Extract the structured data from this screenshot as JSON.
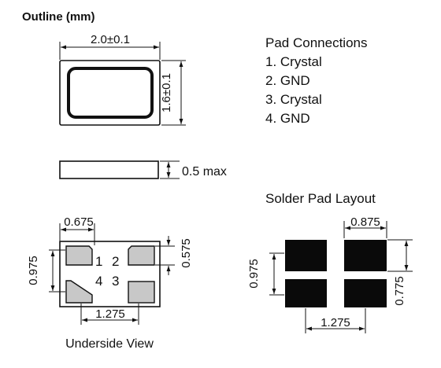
{
  "title": "Outline (mm)",
  "outline": {
    "width_label": "2.0±0.1",
    "height_label": "1.6±0.1",
    "thickness_label": "0.5 max"
  },
  "pad_connections": {
    "heading": "Pad Connections",
    "items": [
      "1. Crystal",
      "2. GND",
      "3. Crystal",
      "4. GND"
    ]
  },
  "underside_view": {
    "caption": "Underside View",
    "pad_width_label": "0.675",
    "pad_pitch_v_label": "0.975",
    "pad_height_label": "0.575",
    "pad_pitch_h_label": "1.275",
    "pad_numbers": [
      "1",
      "2",
      "4",
      "3"
    ]
  },
  "solder_pad_layout": {
    "heading": "Solder Pad Layout",
    "pad_width_label": "0.875",
    "pad_pitch_v_label": "0.975",
    "pad_height_label": "0.775",
    "pad_pitch_h_label": "1.275"
  },
  "colors": {
    "line": "#111111",
    "pad_fill": "#c8c8c8",
    "solder_pad": "#0a0a0a",
    "background": "#ffffff"
  }
}
